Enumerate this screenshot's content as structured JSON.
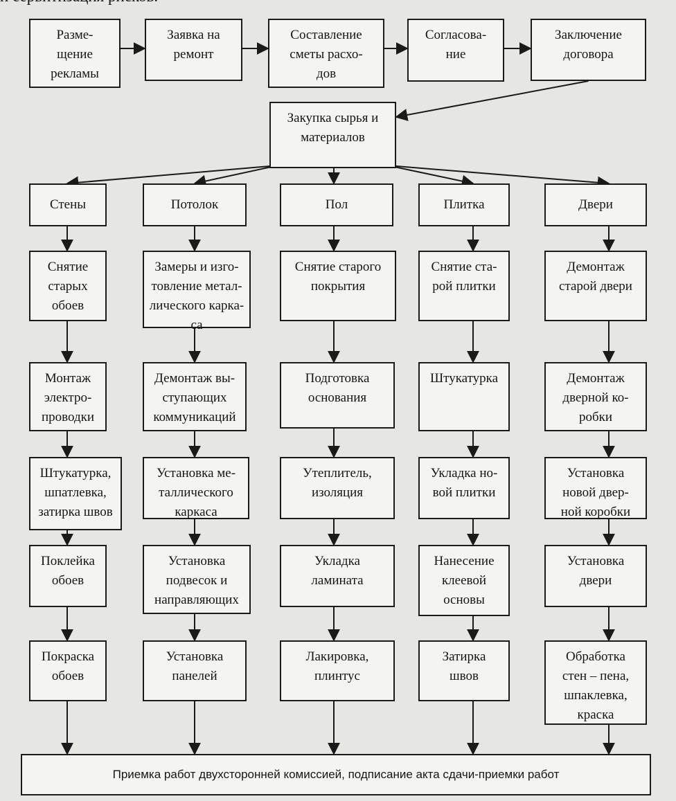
{
  "header_text": "и сервитизация рисков.",
  "nodes": {
    "ads": "Разме-\nщение\nрекламы",
    "request": "Заявка на\nремонт",
    "estimate": "Составление\nсметы расхо-\nдов",
    "approval": "Согласова-\nние",
    "contract": "Заключение\nдоговора",
    "purchase": "Закупка сырья и\nматериалов",
    "walls": "Стены",
    "ceiling": "Потолок",
    "floor": "Пол",
    "tile": "Плитка",
    "doors": "Двери",
    "walls_1": "Снятие\nстарых\nобоев",
    "walls_2": "Монтаж\nэлектро-\nпроводки",
    "walls_3": "Штукатурка,\nшпатлевка,\nзатирка швов",
    "walls_4": "Поклейка\nобоев",
    "walls_5": "Покраска\nобоев",
    "ceiling_1": "Замеры и изго-\nтовление метал-\nлического карка-\nса",
    "ceiling_2": "Демонтаж вы-\nступающих\nкоммуникаций",
    "ceiling_3": "Установка ме-\nталлического\nкаркаса",
    "ceiling_4": "Установка\nподвесок и\nнаправляющих",
    "ceiling_5": "Установка\nпанелей",
    "floor_1": "Снятие старого\nпокрытия",
    "floor_2": "Подготовка\nоснования",
    "floor_3": "Утеплитель,\nизоляция",
    "floor_4": "Укладка\nламината",
    "floor_5": "Лакировка,\nплинтус",
    "tile_1": "Снятие ста-\nрой плитки",
    "tile_2": "Штукатурка",
    "tile_3": "Укладка но-\nвой плитки",
    "tile_4": "Нанесение\nклеевой\nосновы",
    "tile_5": "Затирка\nшвов",
    "doors_1": "Демонтаж\nстарой двери",
    "doors_2": "Демонтаж\nдверной ко-\nробки",
    "doors_3": "Установка\nновой двер-\nной коробки",
    "doors_4": "Установка\nдвери",
    "doors_5": "Обработка\nстен – пена,\nшпаклевка,\nкраска",
    "final": "Приемка работ двухсторонней комиссией, подписание акта сдачи-приемки работ"
  },
  "edges": [
    [
      "ads",
      "request"
    ],
    [
      "request",
      "estimate"
    ],
    [
      "estimate",
      "approval"
    ],
    [
      "approval",
      "contract"
    ],
    [
      "contract",
      "purchase"
    ],
    [
      "purchase",
      "walls"
    ],
    [
      "purchase",
      "ceiling"
    ],
    [
      "purchase",
      "floor"
    ],
    [
      "purchase",
      "tile"
    ],
    [
      "purchase",
      "doors"
    ],
    [
      "walls",
      "walls_1"
    ],
    [
      "walls_1",
      "walls_2"
    ],
    [
      "walls_2",
      "walls_3"
    ],
    [
      "walls_3",
      "walls_4"
    ],
    [
      "walls_4",
      "walls_5"
    ],
    [
      "walls_5",
      "final"
    ],
    [
      "ceiling",
      "ceiling_1"
    ],
    [
      "ceiling_1",
      "ceiling_2"
    ],
    [
      "ceiling_2",
      "ceiling_3"
    ],
    [
      "ceiling_3",
      "ceiling_4"
    ],
    [
      "ceiling_4",
      "ceiling_5"
    ],
    [
      "ceiling_5",
      "final"
    ],
    [
      "floor",
      "floor_1"
    ],
    [
      "floor_1",
      "floor_2"
    ],
    [
      "floor_2",
      "floor_3"
    ],
    [
      "floor_3",
      "floor_4"
    ],
    [
      "floor_4",
      "floor_5"
    ],
    [
      "floor_5",
      "final"
    ],
    [
      "tile",
      "tile_1"
    ],
    [
      "tile_1",
      "tile_2"
    ],
    [
      "tile_2",
      "tile_3"
    ],
    [
      "tile_3",
      "tile_4"
    ],
    [
      "tile_4",
      "tile_5"
    ],
    [
      "tile_5",
      "final"
    ],
    [
      "doors",
      "doors_1"
    ],
    [
      "doors_1",
      "doors_2"
    ],
    [
      "doors_2",
      "doors_3"
    ],
    [
      "doors_3",
      "doors_4"
    ],
    [
      "doors_4",
      "doors_5"
    ],
    [
      "doors_5",
      "final"
    ]
  ]
}
